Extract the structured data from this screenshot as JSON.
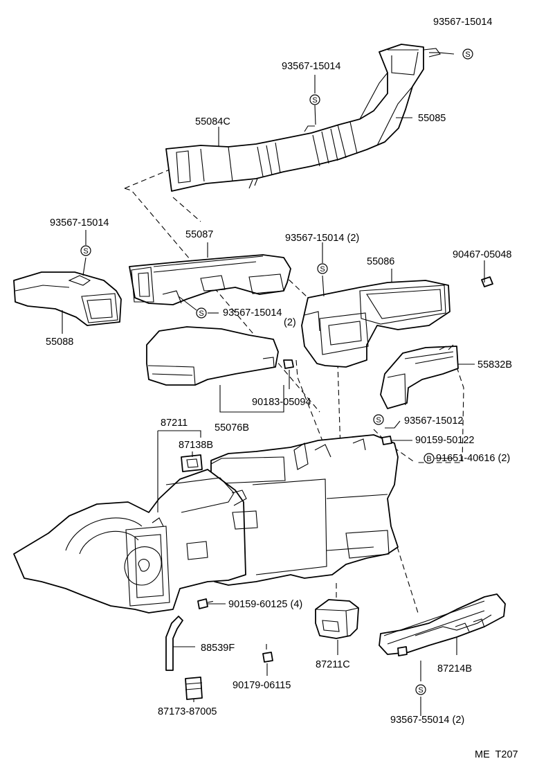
{
  "callouts": {
    "c01": "93567-15014",
    "c02": "93567-15014",
    "c03": "55084C",
    "c04": "55085",
    "c05": "93567-15014",
    "c06": "55087",
    "c07": "93567-15014 (2)",
    "c08": "55086",
    "c09": "90467-05048",
    "c10": "93567-15014",
    "c11": "(2)",
    "c12": "55088",
    "c13": "55832B",
    "c14": "90183-05094",
    "c15": "55076B",
    "c16": "93567-15012",
    "c17": "87211",
    "c18": "87138B",
    "c19": "90159-50122",
    "c20": "91651-40616 (2)",
    "c21": "90159-60125 (4)",
    "c22": "88539F",
    "c23": "87211C",
    "c24": "87214B",
    "c25": "90179-06115",
    "c26": "87173-87005",
    "c27": "93567-55014 (2)"
  },
  "symbols": {
    "screw": "S",
    "bolt": "B"
  },
  "footer": {
    "code": "ME  T207"
  }
}
